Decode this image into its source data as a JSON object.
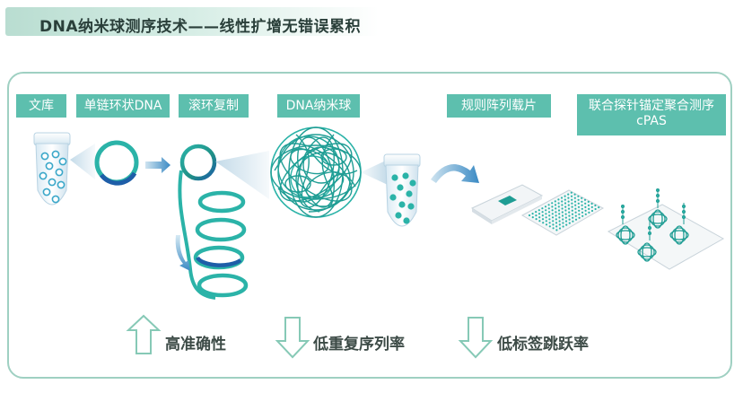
{
  "title": "DNA纳米球测序技术——线性扩增无错误累积",
  "steps": [
    {
      "label": "文库"
    },
    {
      "label": "单链环状DNA"
    },
    {
      "label": "滚环复制"
    },
    {
      "label": "DNA纳米球"
    },
    {
      "label": "规则阵列载片"
    },
    {
      "label": "联合探针锚定聚合测序cPAS"
    }
  ],
  "metrics": [
    {
      "label": "高准确性",
      "arrow": "up"
    },
    {
      "label": "低重复序列率",
      "arrow": "down"
    },
    {
      "label": "低标签跳跃率",
      "arrow": "down"
    }
  ],
  "colors": {
    "accent": "#5dbfae",
    "teal_dark": "#1f8f86",
    "blue": "#1e5ea8",
    "frame": "#9fd0c2"
  }
}
